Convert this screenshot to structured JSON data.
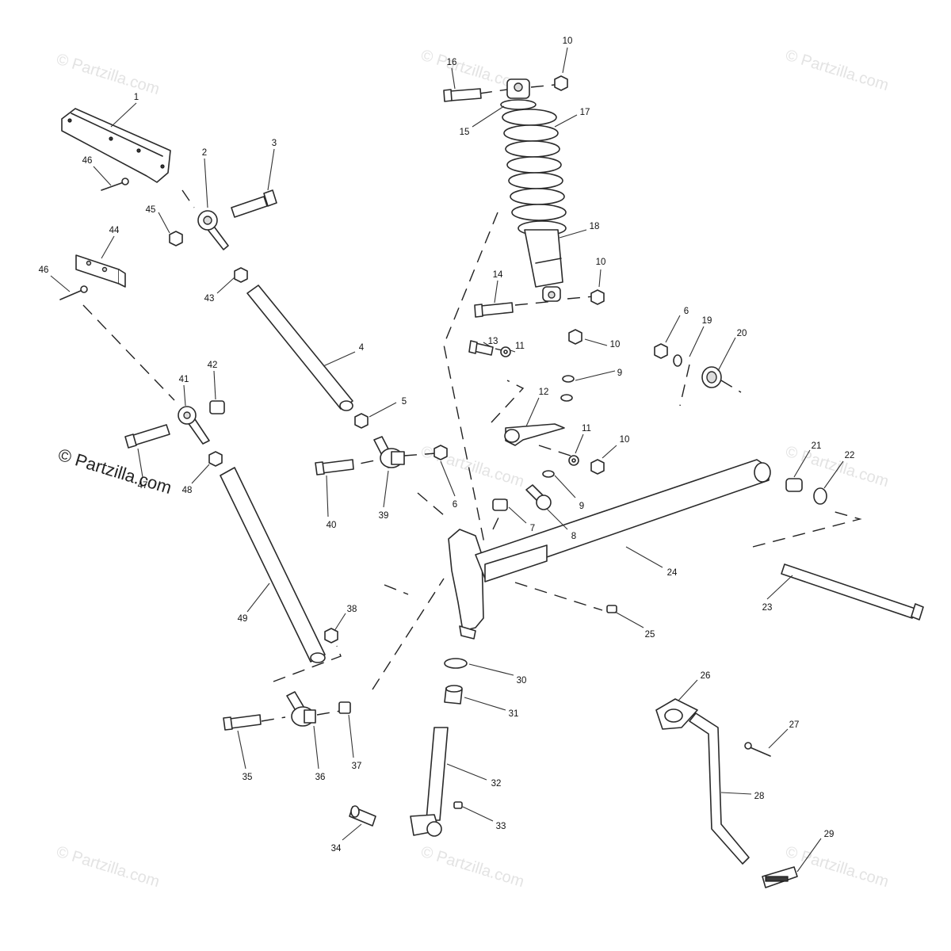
{
  "watermark": {
    "text": "© Partzilla.com",
    "prominent_text": "© Partzilla.com"
  },
  "callouts": [
    {
      "id": "1",
      "label": "1"
    },
    {
      "id": "2",
      "label": "2"
    },
    {
      "id": "3",
      "label": "3"
    },
    {
      "id": "4",
      "label": "4"
    },
    {
      "id": "5",
      "label": "5"
    },
    {
      "id": "6a",
      "label": "6"
    },
    {
      "id": "6b",
      "label": "6"
    },
    {
      "id": "7",
      "label": "7"
    },
    {
      "id": "8",
      "label": "8"
    },
    {
      "id": "9a",
      "label": "9"
    },
    {
      "id": "9b",
      "label": "9"
    },
    {
      "id": "10a",
      "label": "10"
    },
    {
      "id": "10b",
      "label": "10"
    },
    {
      "id": "10c",
      "label": "10"
    },
    {
      "id": "10d",
      "label": "10"
    },
    {
      "id": "11a",
      "label": "11"
    },
    {
      "id": "11b",
      "label": "11"
    },
    {
      "id": "12",
      "label": "12"
    },
    {
      "id": "13",
      "label": "13"
    },
    {
      "id": "14",
      "label": "14"
    },
    {
      "id": "15",
      "label": "15"
    },
    {
      "id": "16",
      "label": "16"
    },
    {
      "id": "17",
      "label": "17"
    },
    {
      "id": "18",
      "label": "18"
    },
    {
      "id": "19",
      "label": "19"
    },
    {
      "id": "20",
      "label": "20"
    },
    {
      "id": "21",
      "label": "21"
    },
    {
      "id": "22",
      "label": "22"
    },
    {
      "id": "23",
      "label": "23"
    },
    {
      "id": "24",
      "label": "24"
    },
    {
      "id": "25",
      "label": "25"
    },
    {
      "id": "26",
      "label": "26"
    },
    {
      "id": "27",
      "label": "27"
    },
    {
      "id": "28",
      "label": "28"
    },
    {
      "id": "29",
      "label": "29"
    },
    {
      "id": "30",
      "label": "30"
    },
    {
      "id": "31",
      "label": "31"
    },
    {
      "id": "32",
      "label": "32"
    },
    {
      "id": "33",
      "label": "33"
    },
    {
      "id": "34",
      "label": "34"
    },
    {
      "id": "35",
      "label": "35"
    },
    {
      "id": "36",
      "label": "36"
    },
    {
      "id": "37",
      "label": "37"
    },
    {
      "id": "38",
      "label": "38"
    },
    {
      "id": "39",
      "label": "39"
    },
    {
      "id": "40",
      "label": "40"
    },
    {
      "id": "41",
      "label": "41"
    },
    {
      "id": "42",
      "label": "42"
    },
    {
      "id": "43",
      "label": "43"
    },
    {
      "id": "44",
      "label": "44"
    },
    {
      "id": "45",
      "label": "45"
    },
    {
      "id": "46a",
      "label": "46"
    },
    {
      "id": "46b",
      "label": "46"
    },
    {
      "id": "47",
      "label": "47"
    },
    {
      "id": "48",
      "label": "48"
    },
    {
      "id": "49",
      "label": "49"
    }
  ]
}
